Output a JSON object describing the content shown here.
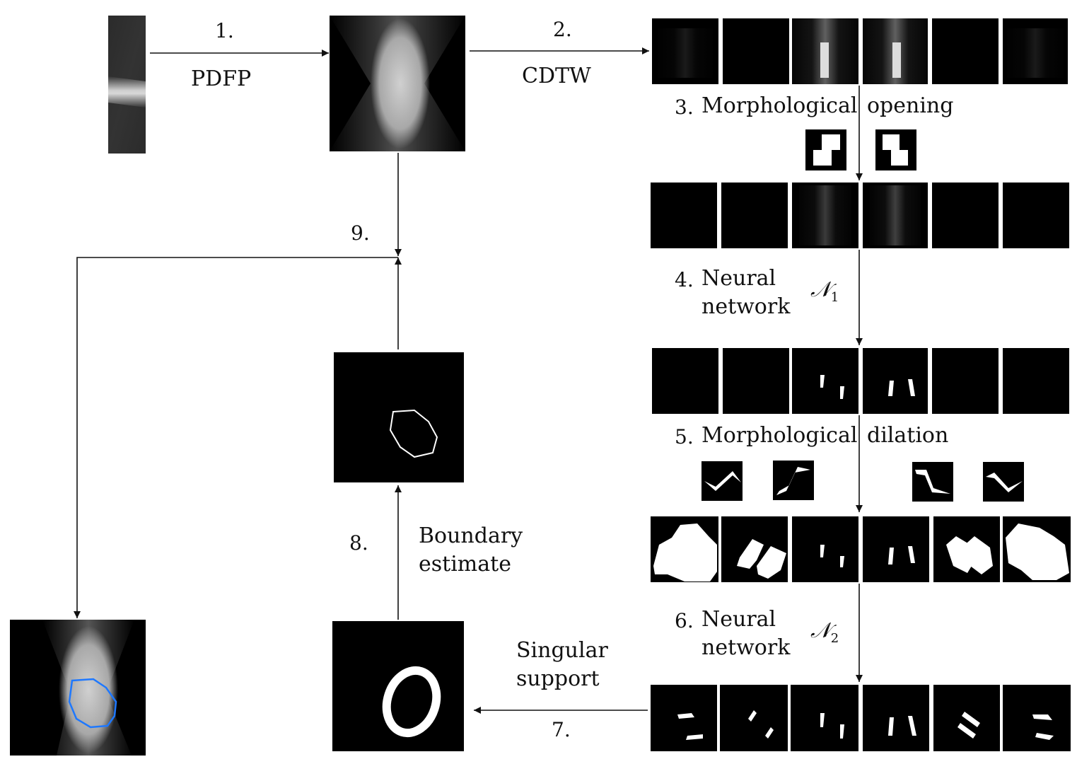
{
  "steps": {
    "s1": {
      "num": "1.",
      "text": "PDFP"
    },
    "s2": {
      "num": "2.",
      "text": "CDTW"
    },
    "s3": {
      "num": "3.",
      "text_a": "Morphological",
      "text_b": "opening"
    },
    "s4": {
      "num": "4.",
      "text_a": "Neural",
      "text_b": "network",
      "symbol": "𝒩",
      "sub": "1"
    },
    "s5": {
      "num": "5.",
      "text_a": "Morphological",
      "text_b": "dilation"
    },
    "s6": {
      "num": "6.",
      "text_a": "Neural",
      "text_b": "network",
      "symbol": "𝒩",
      "sub": "2"
    },
    "s7": {
      "num": "7.",
      "text_a": "Singular",
      "text_b": "support"
    },
    "s8": {
      "num": "8.",
      "text_a": "Boundary",
      "text_b": "estimate"
    },
    "s9": {
      "num": "9."
    }
  },
  "colors": {
    "background": "#ffffff",
    "line": "#111111",
    "panel": "#000000",
    "white_shape": "#ffffff",
    "boundary_overlay": "#1e78ff"
  }
}
